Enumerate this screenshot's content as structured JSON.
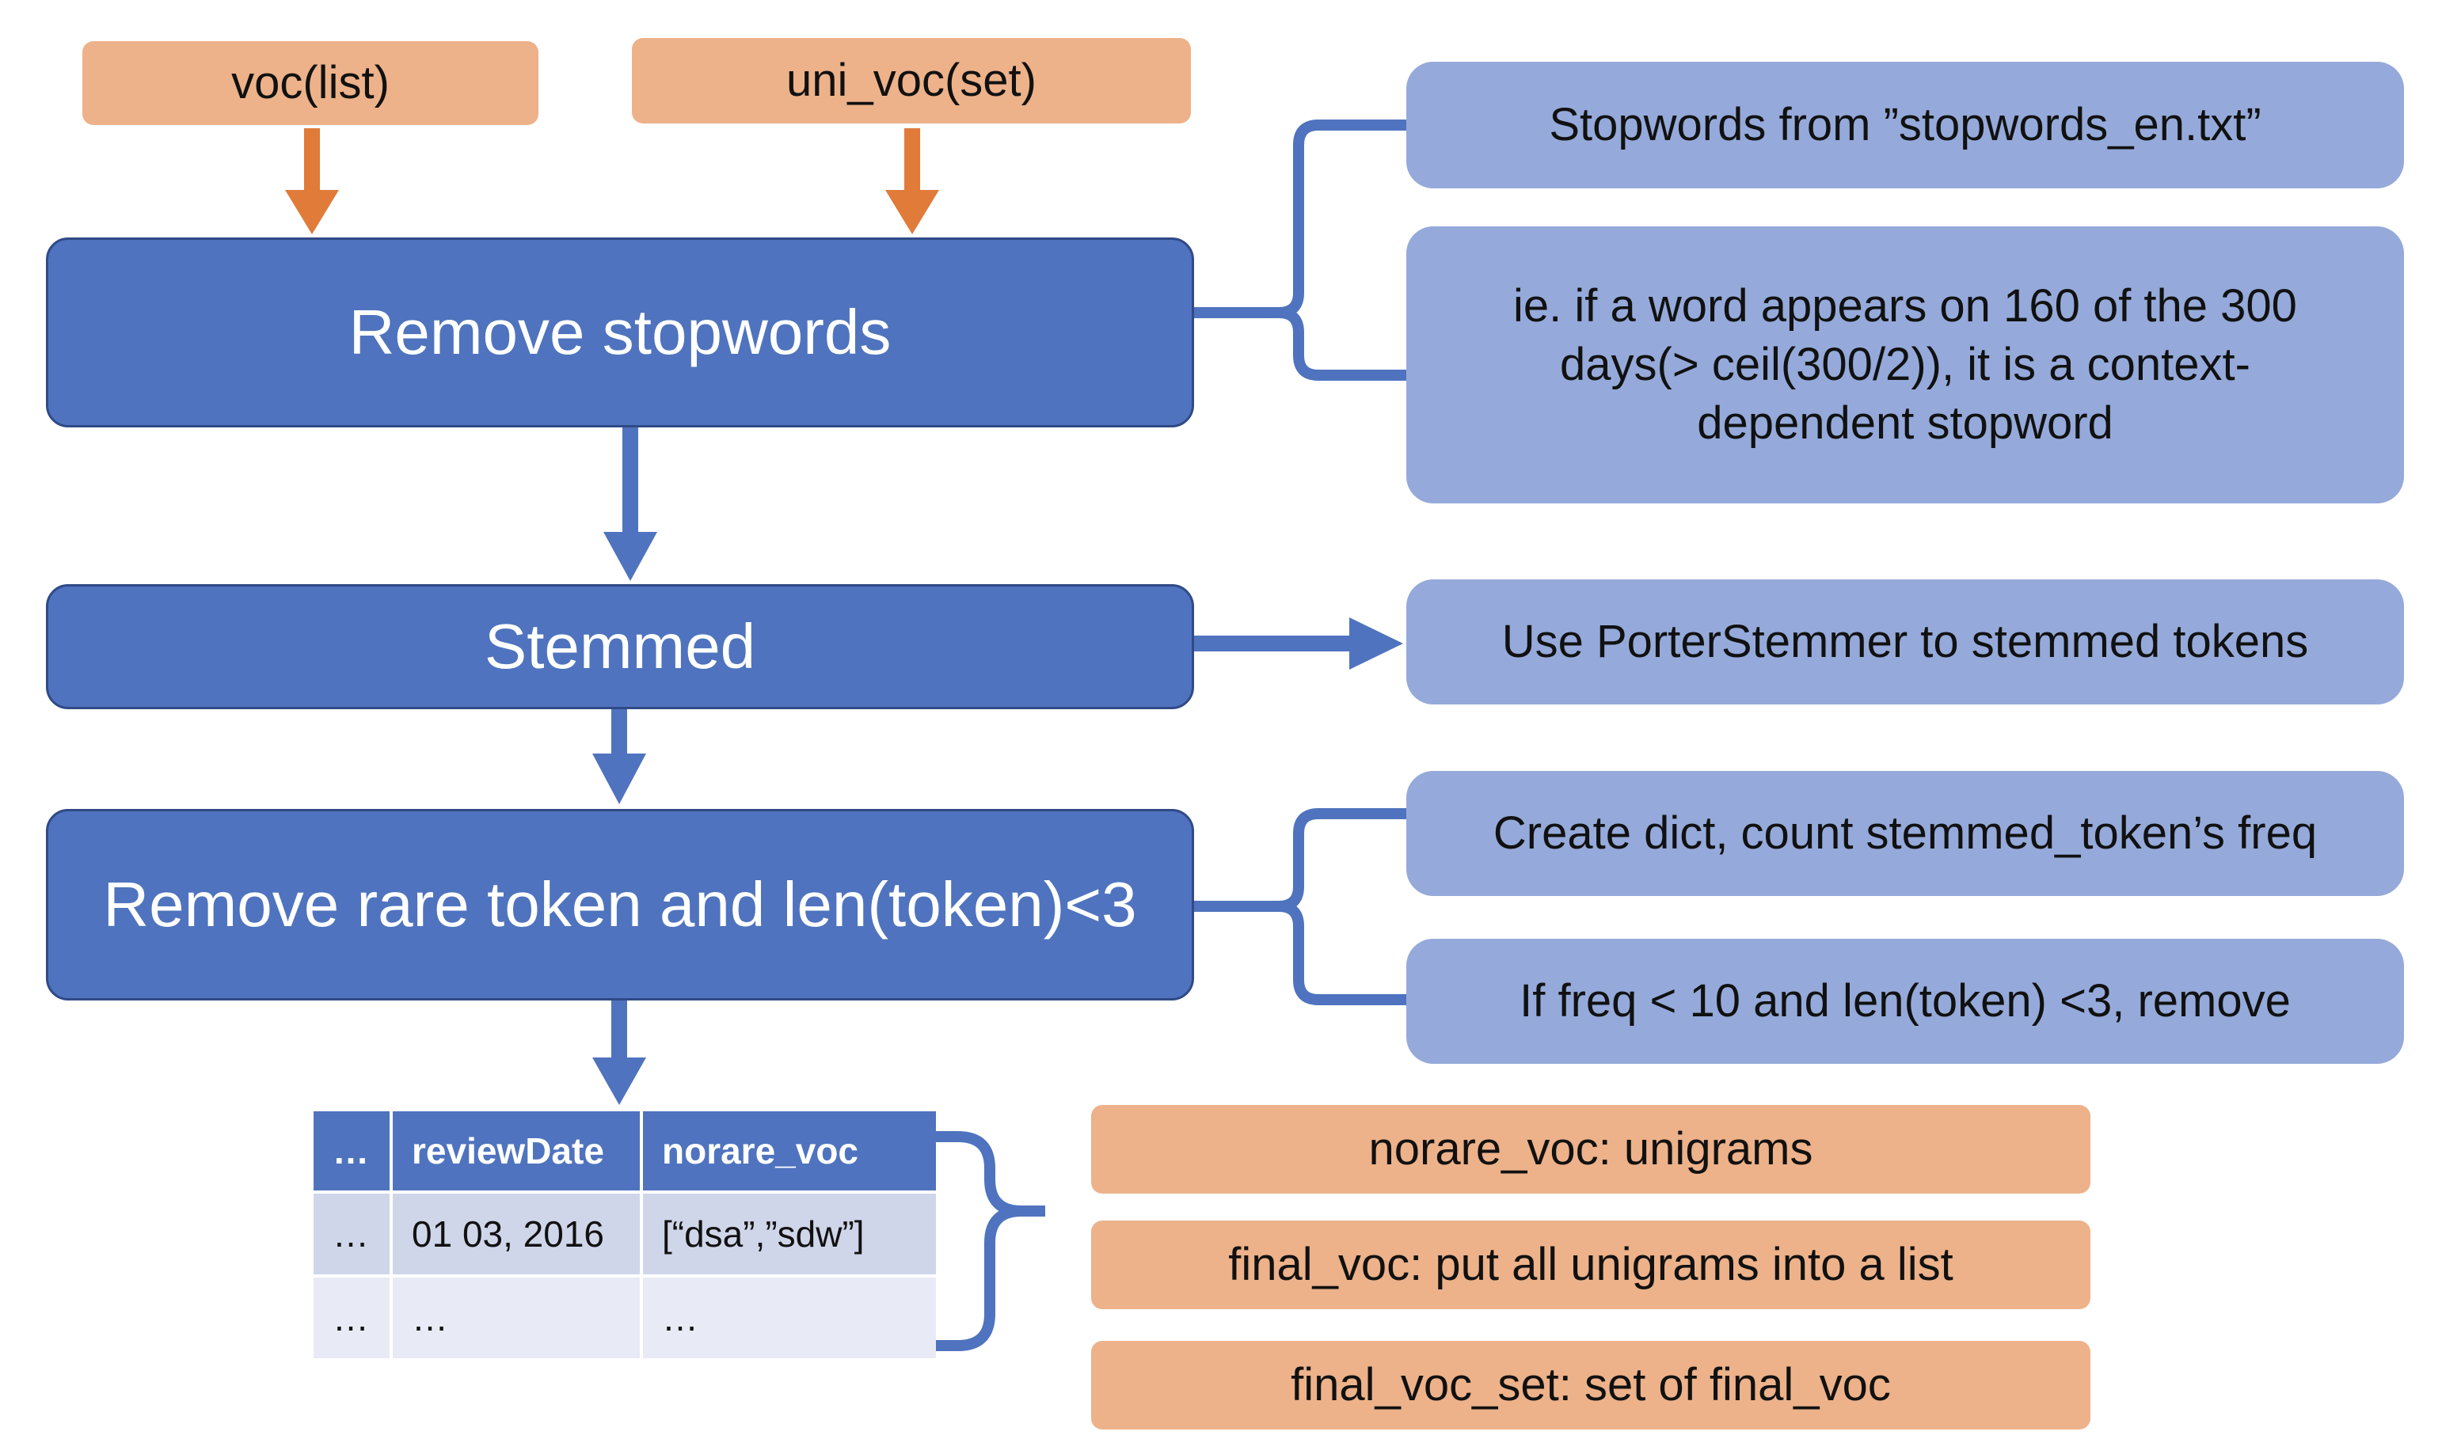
{
  "inputs": {
    "voc": "voc(list)",
    "uni_voc": "uni_voc(set)"
  },
  "steps": {
    "remove_stopwords": "Remove stopwords",
    "stemmed": "Stemmed",
    "remove_rare": "Remove rare token and len(token)<3"
  },
  "notes": {
    "stopwords_file": "Stopwords from ”stopwords_en.txt”",
    "context_stopword": "ie. if a word appears on 160 of the 300 days(> ceil(300/2)), it is a context-dependent stopword",
    "porter": "Use PorterStemmer to stemmed tokens",
    "create_dict": "Create dict, count stemmed_token’s freq",
    "freq_rule": "If freq < 10 and len(token) <3, remove"
  },
  "table": {
    "headers": [
      "…",
      "reviewDate",
      "norare_voc"
    ],
    "rows": [
      [
        "…",
        "01 03, 2016",
        "[“dsa”,”sdw”]"
      ],
      [
        "…",
        "…",
        "…"
      ]
    ]
  },
  "outputs": {
    "norare_voc": "norare_voc: unigrams",
    "final_voc": "final_voc: put all unigrams into a list",
    "final_voc_set": "final_voc_set: set of final_voc"
  },
  "colors": {
    "input_fill": "#EDB28A",
    "input_arrow": "#E07B39",
    "step_fill": "#4F73BE",
    "note_fill": "#95AADA",
    "connector": "#4F73BE"
  }
}
